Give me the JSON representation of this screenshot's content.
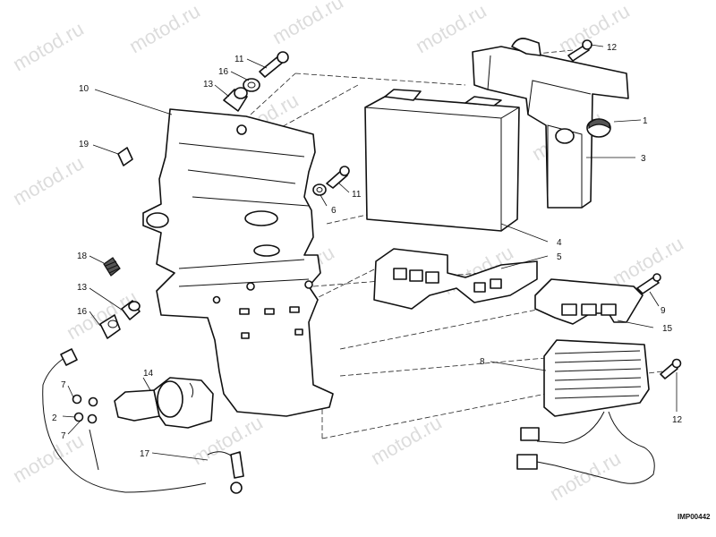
{
  "watermark": "motod.ru",
  "image_code": "IMP00442",
  "callouts": {
    "c1": "1",
    "c2": "2",
    "c3": "3",
    "c4": "4",
    "c5": "5",
    "c6": "6",
    "c7a": "7",
    "c7b": "7",
    "c8": "8",
    "c9": "9",
    "c10": "10",
    "c11a": "11",
    "c11b": "11",
    "c12a": "12",
    "c12b": "12",
    "c13a": "13",
    "c13b": "13",
    "c14": "14",
    "c15": "15",
    "c16a": "16",
    "c16b": "16",
    "c17": "17",
    "c18": "18",
    "c19": "19"
  }
}
